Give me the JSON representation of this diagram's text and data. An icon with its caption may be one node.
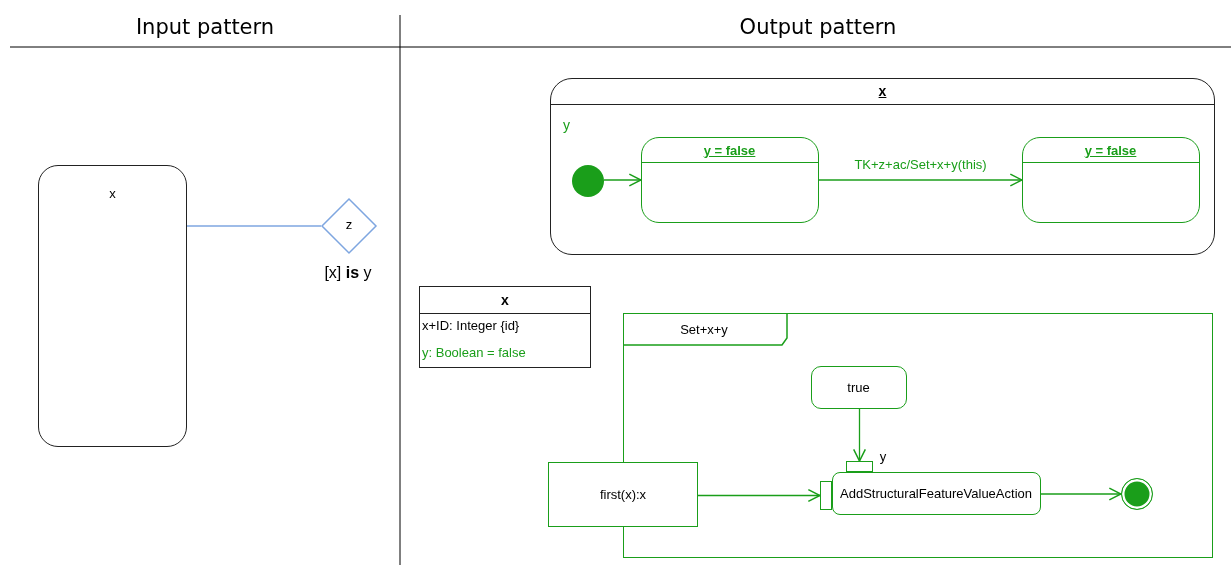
{
  "diagram": {
    "nodes": [
      {
        "text": [
          "x"
        ]
      },
      {
        "text": [
          "z"
        ],
        "beside": [
          "[x] **is** y"
        ]
      },
      {
        "text": [
          "x",
          "y"
        ]
      },
      {
        "text": [],
        "shape": "circle",
        "in": 2
      },
      {
        "text": [
          "y = false"
        ],
        "in": 2
      },
      {
        "text": [
          "y = false"
        ],
        "in": 2
      },
      {
        "text": [
          "x",
          "x+ID: Integer {id}",
          "y: Boolean = false"
        ]
      },
      {
        "text": [
          "Set+x+y"
        ]
      },
      {
        "text": [
          "first(x):x"
        ]
      },
      {
        "text": [
          "true"
        ],
        "in": 7
      },
      {
        "text": [],
        "shape": "box",
        "in": 7,
        "beside": [
          "y"
        ]
      },
      {
        "text": [],
        "shape": "box",
        "in": 7
      },
      {
        "text": [
          "AddStructuralFeatureValueAction"
        ],
        "in": 7
      },
      {
        "text": [],
        "shape": "circle",
        "in": 7
      }
    ],
    "edges": [
      {
        "from": 0,
        "to": 1,
        "arrow": "none",
        "color": "#7ea6e0"
      },
      {
        "from": 3,
        "to": 4,
        "arrow": "to"
      },
      {
        "from": 4,
        "to": 5,
        "arrow": "to",
        "label": "TK+z+ac/Set+x+y(this)"
      },
      {
        "from": 9,
        "to": 10,
        "arrow": "to"
      },
      {
        "from": 8,
        "to": 11,
        "arrow": "to"
      },
      {
        "from": 12,
        "to": 13,
        "arrow": "to"
      }
    ],
    "labels": [
      "Input pattern",
      "Output pattern"
    ]
  }
}
